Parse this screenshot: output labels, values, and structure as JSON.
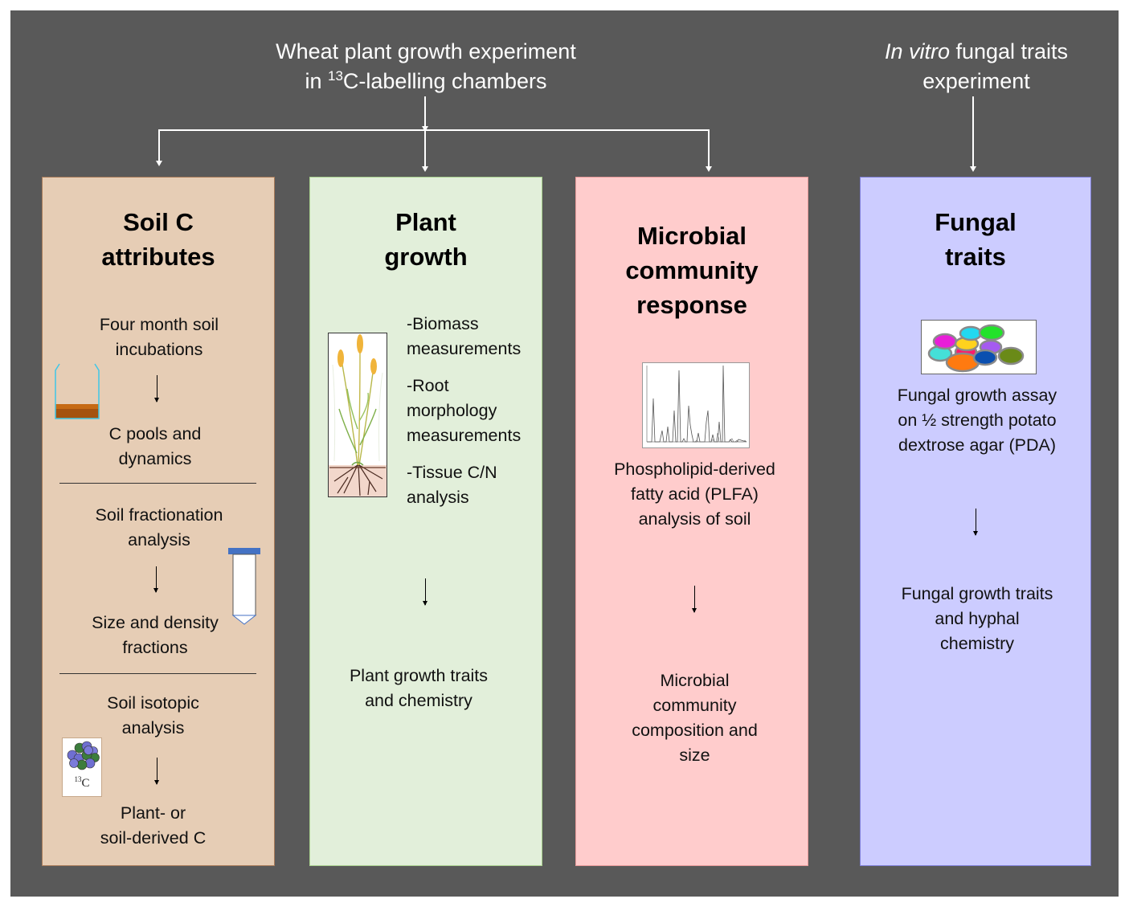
{
  "header": {
    "left_title_line1": "Wheat plant growth experiment",
    "left_title_line2_pre": "in ",
    "left_title_line2_sup": "13",
    "left_title_line2_post": "C-labelling chambers",
    "right_title_italic": "In vitro",
    "right_title_rest": " fungal traits",
    "right_title_line2": "experiment"
  },
  "colors": {
    "background": "#595959",
    "soil_box": "#e6cdb5",
    "plant_box": "#e2efda",
    "microbial_box": "#ffcccc",
    "fungal_box": "#ccccff"
  },
  "boxes": {
    "soil": {
      "title_line1": "Soil C",
      "title_line2": "attributes",
      "sections": [
        {
          "input_line1": "Four month soil",
          "input_line2": "incubations",
          "output_line1": "C pools and",
          "output_line2": "dynamics",
          "icon": "incubation-jar-icon"
        },
        {
          "input_line1": "Soil fractionation",
          "input_line2": "analysis",
          "output_line1": "Size and density",
          "output_line2": "fractions",
          "icon": "centrifuge-tube-icon"
        },
        {
          "input_line1": "Soil isotopic",
          "input_line2": "analysis",
          "output_line1": "Plant- or",
          "output_line2": "soil-derived C",
          "icon": "carbon-isotope-icon",
          "icon_label_sup": "13",
          "icon_label": "C"
        }
      ]
    },
    "plant": {
      "title_line1": "Plant",
      "title_line2": "growth",
      "measurements": [
        {
          "line1": "-Biomass",
          "line2": "measurements"
        },
        {
          "line1": "-Root",
          "line2": "morphology",
          "line3": "measurements"
        },
        {
          "line1": "-Tissue C/N",
          "line2": "analysis"
        }
      ],
      "output_line1": "Plant growth traits",
      "output_line2": "and chemistry"
    },
    "microbial": {
      "title_line1": "Microbial",
      "title_line2": "community",
      "title_line3": "response",
      "input_line1": "Phospholipid-derived",
      "input_line2": "fatty acid (PLFA)",
      "input_line3": "analysis of soil",
      "output_line1": "Microbial",
      "output_line2": "community",
      "output_line3": "composition and",
      "output_line4": "size"
    },
    "fungal": {
      "title_line1": "Fungal",
      "title_line2": "traits",
      "input_line1": "Fungal growth assay",
      "input_line2": "on ½ strength potato",
      "input_line3": "dextrose agar (PDA)",
      "output_line1": "Fungal growth traits",
      "output_line2": "and hyphal",
      "output_line3": "chemistry"
    }
  }
}
